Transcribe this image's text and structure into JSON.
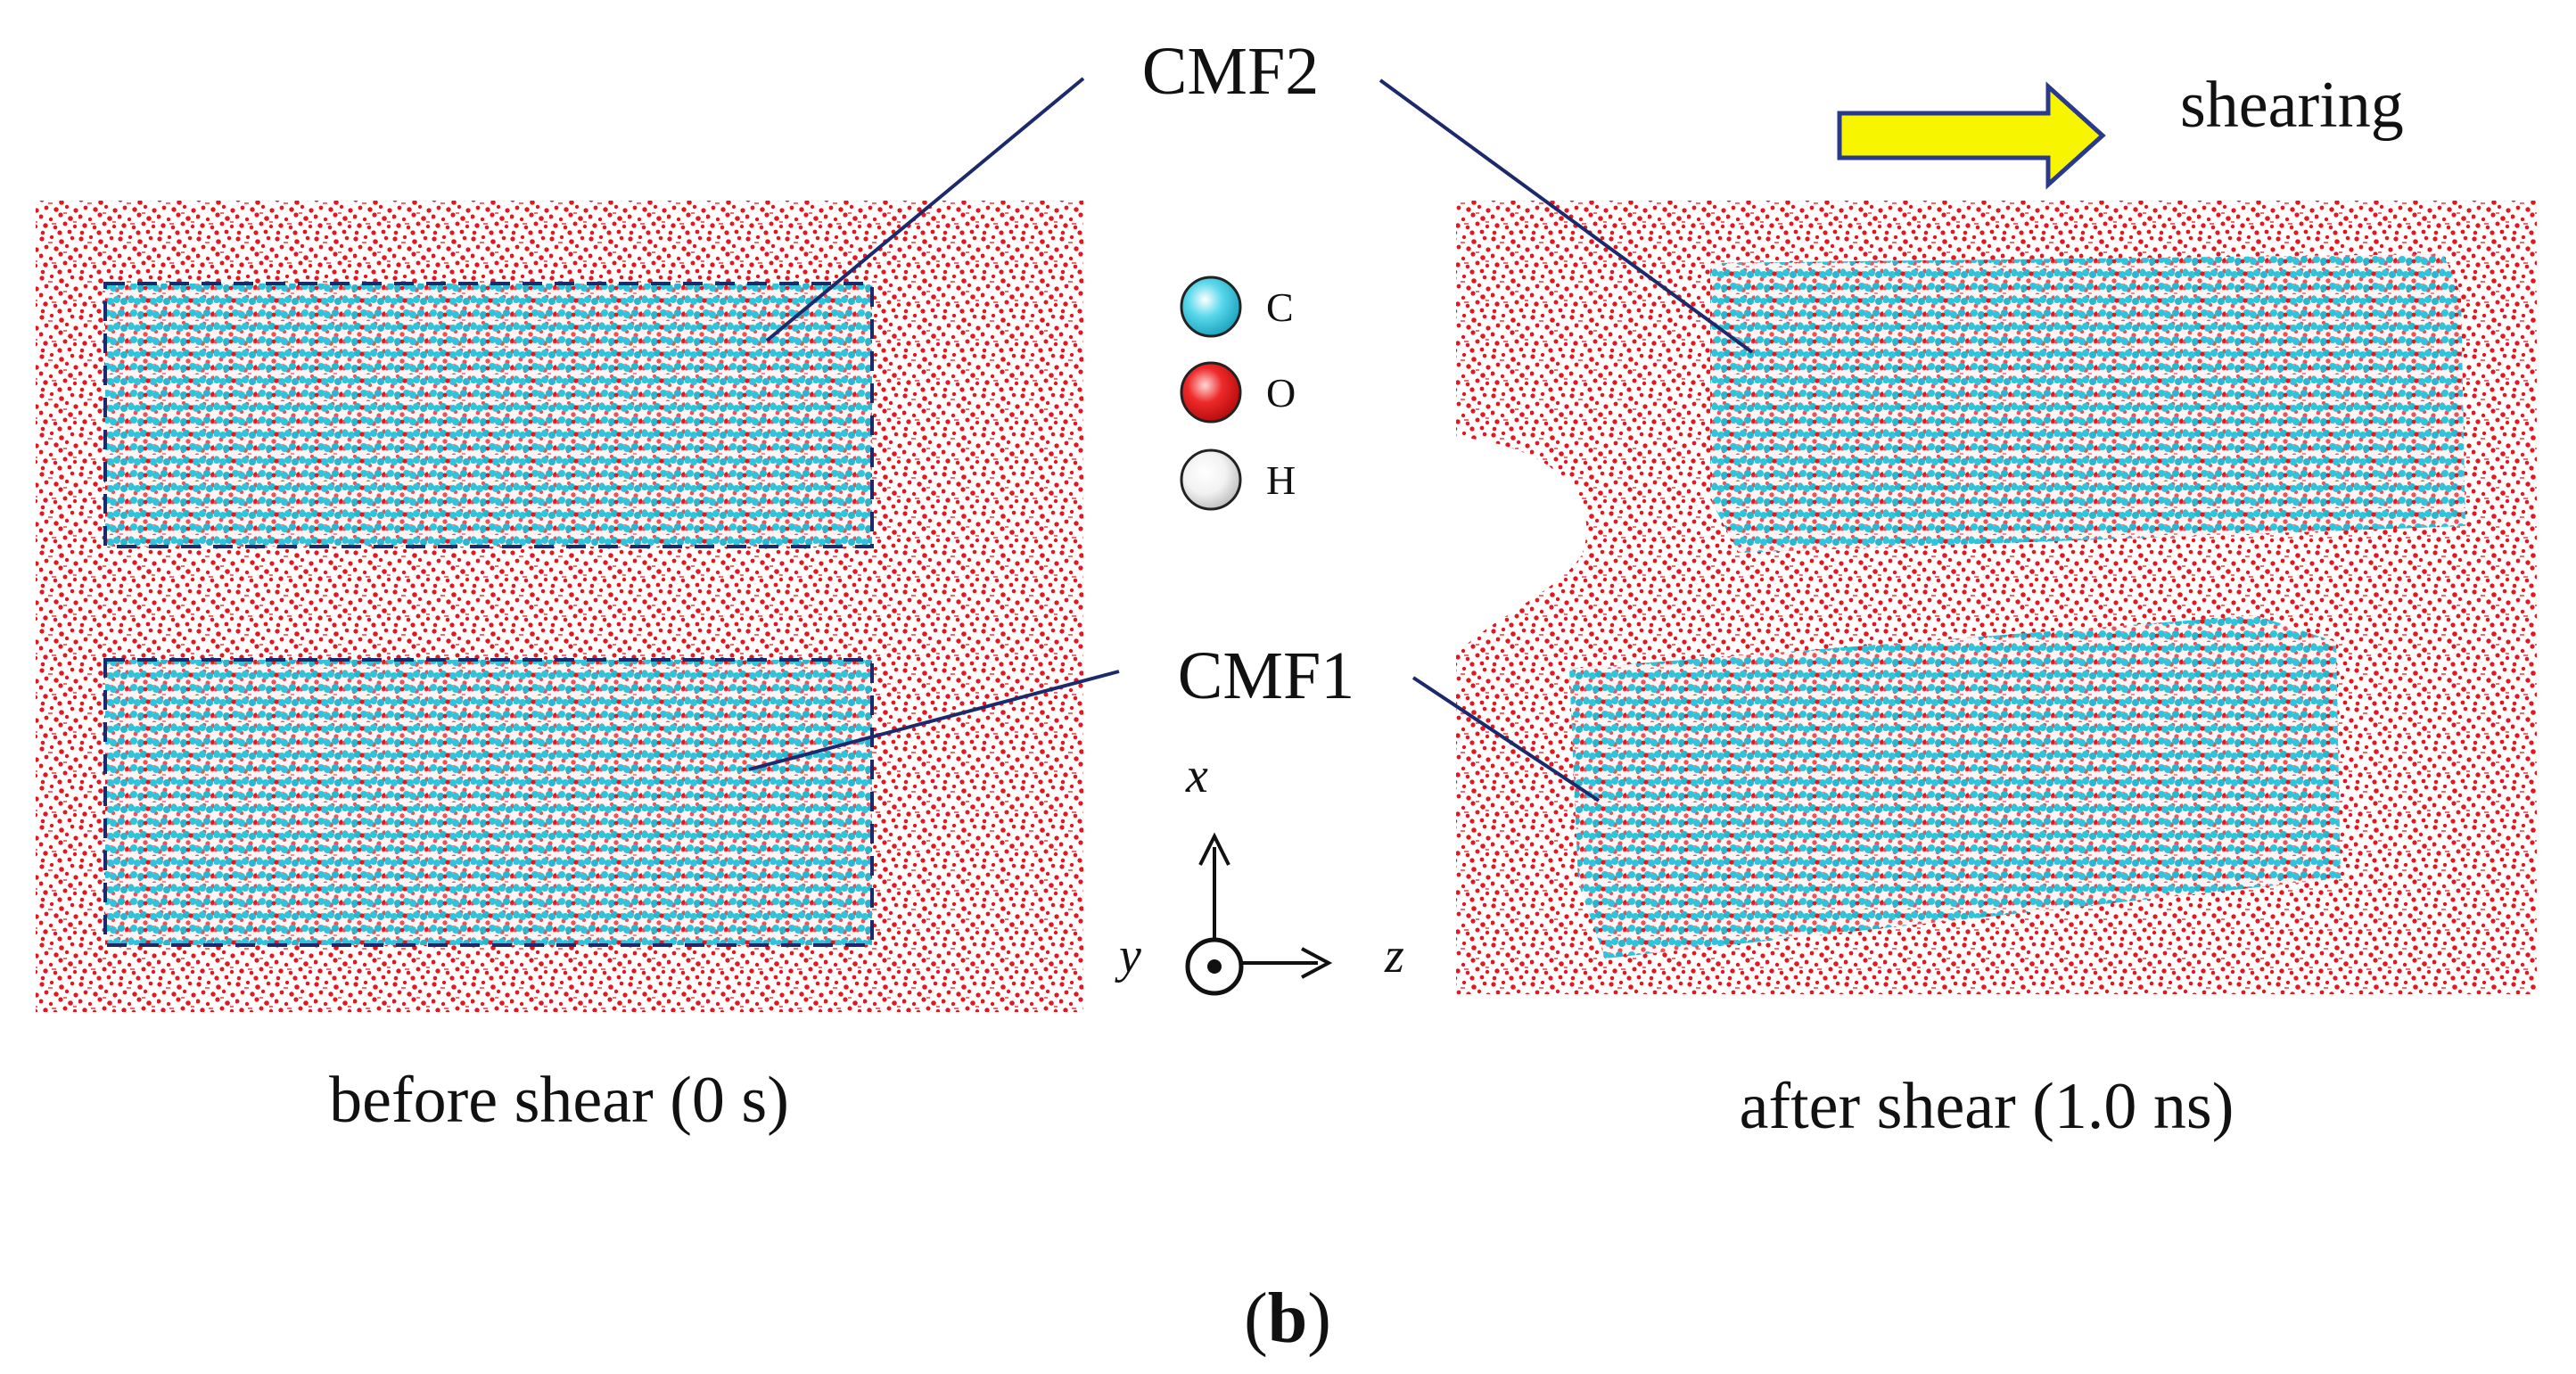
{
  "labels": {
    "cmf2": "CMF2",
    "cmf1": "CMF1",
    "shearing": "shearing",
    "before_caption": "before shear (0 s)",
    "after_caption": "after shear (1.0 ns)",
    "panel_label": "(b)"
  },
  "legend": [
    {
      "label": "C",
      "color": "#2ec4dc",
      "icon": "carbon-atom-icon"
    },
    {
      "label": "O",
      "color": "#e8141e",
      "icon": "oxygen-atom-icon"
    },
    {
      "label": "H",
      "color": "#f2f2f2",
      "icon": "hydrogen-atom-icon"
    }
  ],
  "axes": {
    "x": "x",
    "y": "y",
    "z": "z"
  },
  "colors": {
    "oxygen": "#e8141e",
    "carbon": "#2ec4dc",
    "leader": "#1c2a6b",
    "arrow_fill": "#f7f500",
    "arrow_stroke": "#2a3a8a"
  }
}
